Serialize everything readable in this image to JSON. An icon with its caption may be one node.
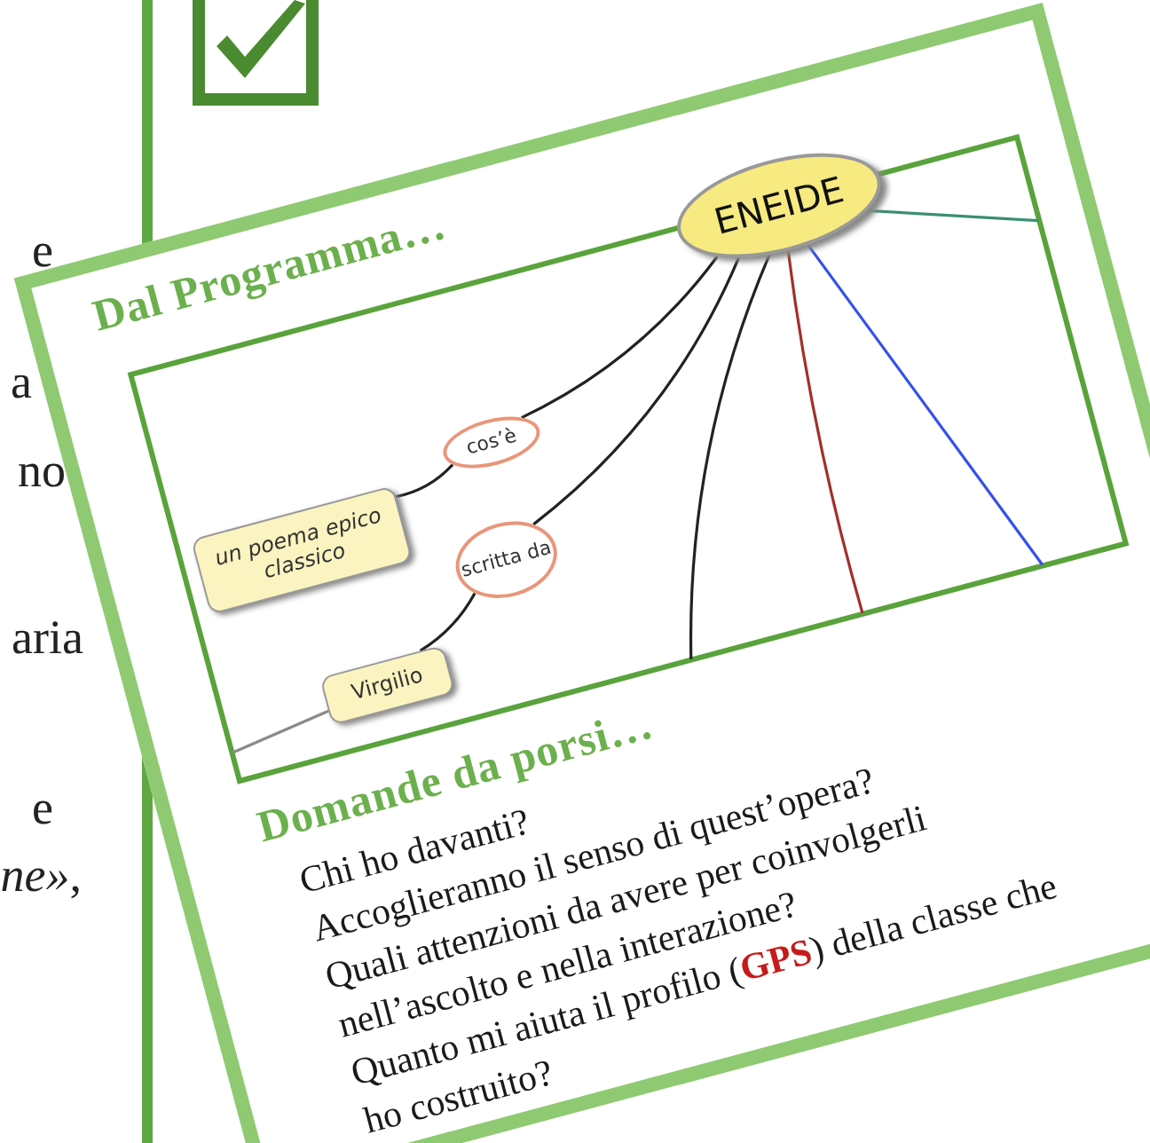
{
  "diagram": {
    "nodes": [
      {
        "text": [
          "ENEIDE"
        ]
      },
      {
        "text": [
          "cos’è"
        ]
      },
      {
        "text": [
          "un poema epico classico"
        ]
      },
      {
        "text": [
          "scritta da"
        ]
      },
      {
        "text": [
          "Virgilio"
        ]
      }
    ],
    "edges": [
      {
        "from": 1,
        "to": 0,
        "arrow": "none"
      },
      {
        "from": 2,
        "to": 1,
        "arrow": "none"
      },
      {
        "from": 3,
        "to": 0,
        "arrow": "none"
      },
      {
        "from": 4,
        "to": 3,
        "arrow": "none"
      },
      {
        "from": 0,
        "to": null,
        "arrow": "none"
      },
      {
        "from": 0,
        "to": null,
        "arrow": "none",
        "color": "#a0302c"
      },
      {
        "from": 0,
        "to": null,
        "arrow": "none",
        "color": "#3550e8"
      },
      {
        "from": 0,
        "to": null,
        "arrow": "none",
        "color": "#3a9070"
      },
      {
        "from": 4,
        "to": null,
        "arrow": "none",
        "color": "#8a8a8a"
      }
    ],
    "labels": [
      "e",
      "a",
      "no",
      "aria",
      "e",
      "*ne»*,",
      "Dal Programma…",
      "Domande da porsi…",
      "Chi ho davanti?",
      "Accoglieranno il senso di quest’opera?",
      "Quali attenzioni da avere per coinvolgerli nell’ascolto e nella interazione?",
      "Quanto mi aiuta il profilo (**GPS**) della classe che ho costruito?"
    ]
  }
}
